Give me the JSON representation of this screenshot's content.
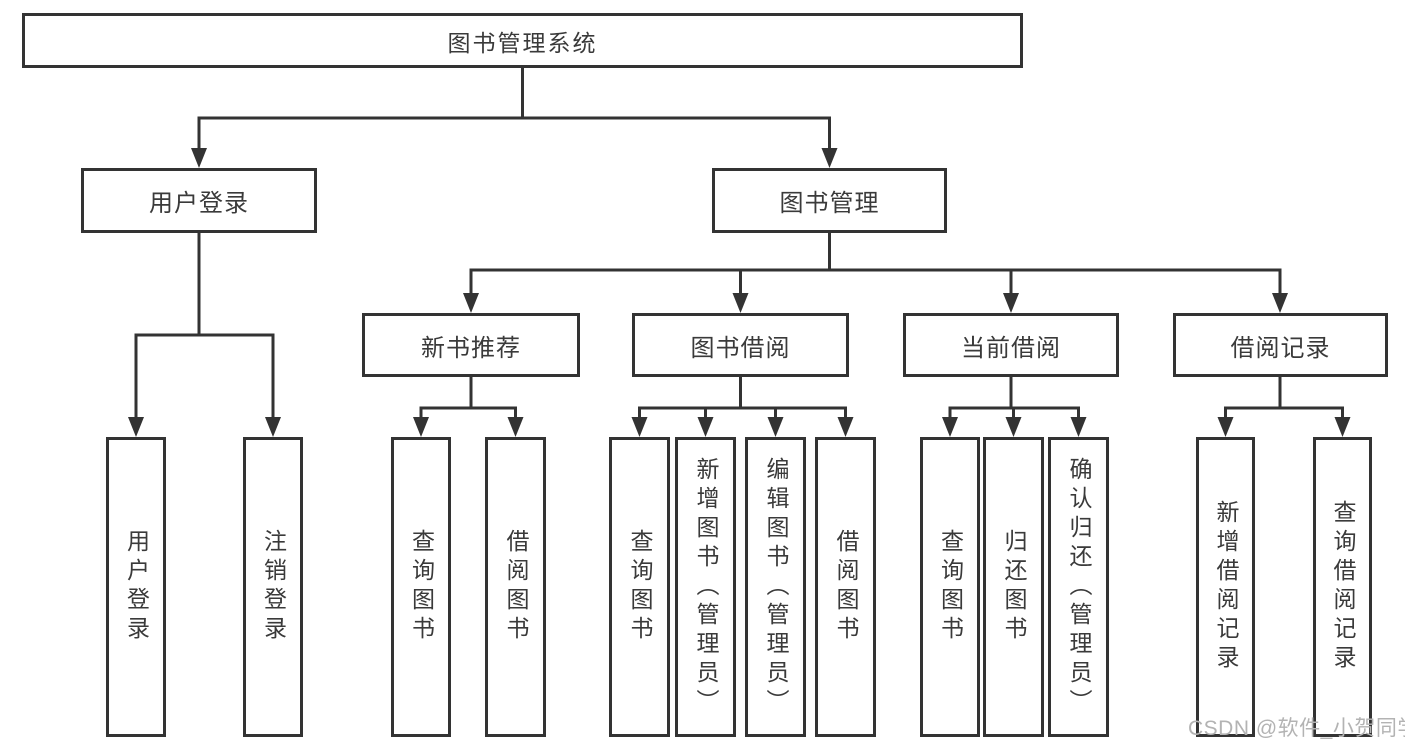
{
  "diagram": {
    "root": {
      "label": "图书管理系统",
      "children": [
        {
          "label": "用户登录",
          "children": [
            {
              "label": "用户登录"
            },
            {
              "label": "注销登录"
            }
          ]
        },
        {
          "label": "图书管理",
          "children": [
            {
              "label": "新书推荐",
              "children": [
                {
                  "label": "查询图书"
                },
                {
                  "label": "借阅图书"
                }
              ]
            },
            {
              "label": "图书借阅",
              "children": [
                {
                  "label": "查询图书"
                },
                {
                  "label": "新增图书（管理员）"
                },
                {
                  "label": "编辑图书（管理员）"
                },
                {
                  "label": "借阅图书"
                }
              ]
            },
            {
              "label": "当前借阅",
              "children": [
                {
                  "label": "查询图书"
                },
                {
                  "label": "归还图书"
                },
                {
                  "label": "确认归还（管理员）"
                }
              ]
            },
            {
              "label": "借阅记录",
              "children": [
                {
                  "label": "新增借阅记录"
                },
                {
                  "label": "查询借阅记录"
                }
              ]
            }
          ]
        }
      ]
    },
    "colors": {
      "line": "#333333",
      "text": "#3a3a3a",
      "watermark": "#b3b3b3",
      "background": "#ffffff"
    }
  },
  "watermark": {
    "text": "CSDN @软件_小贺同学"
  }
}
